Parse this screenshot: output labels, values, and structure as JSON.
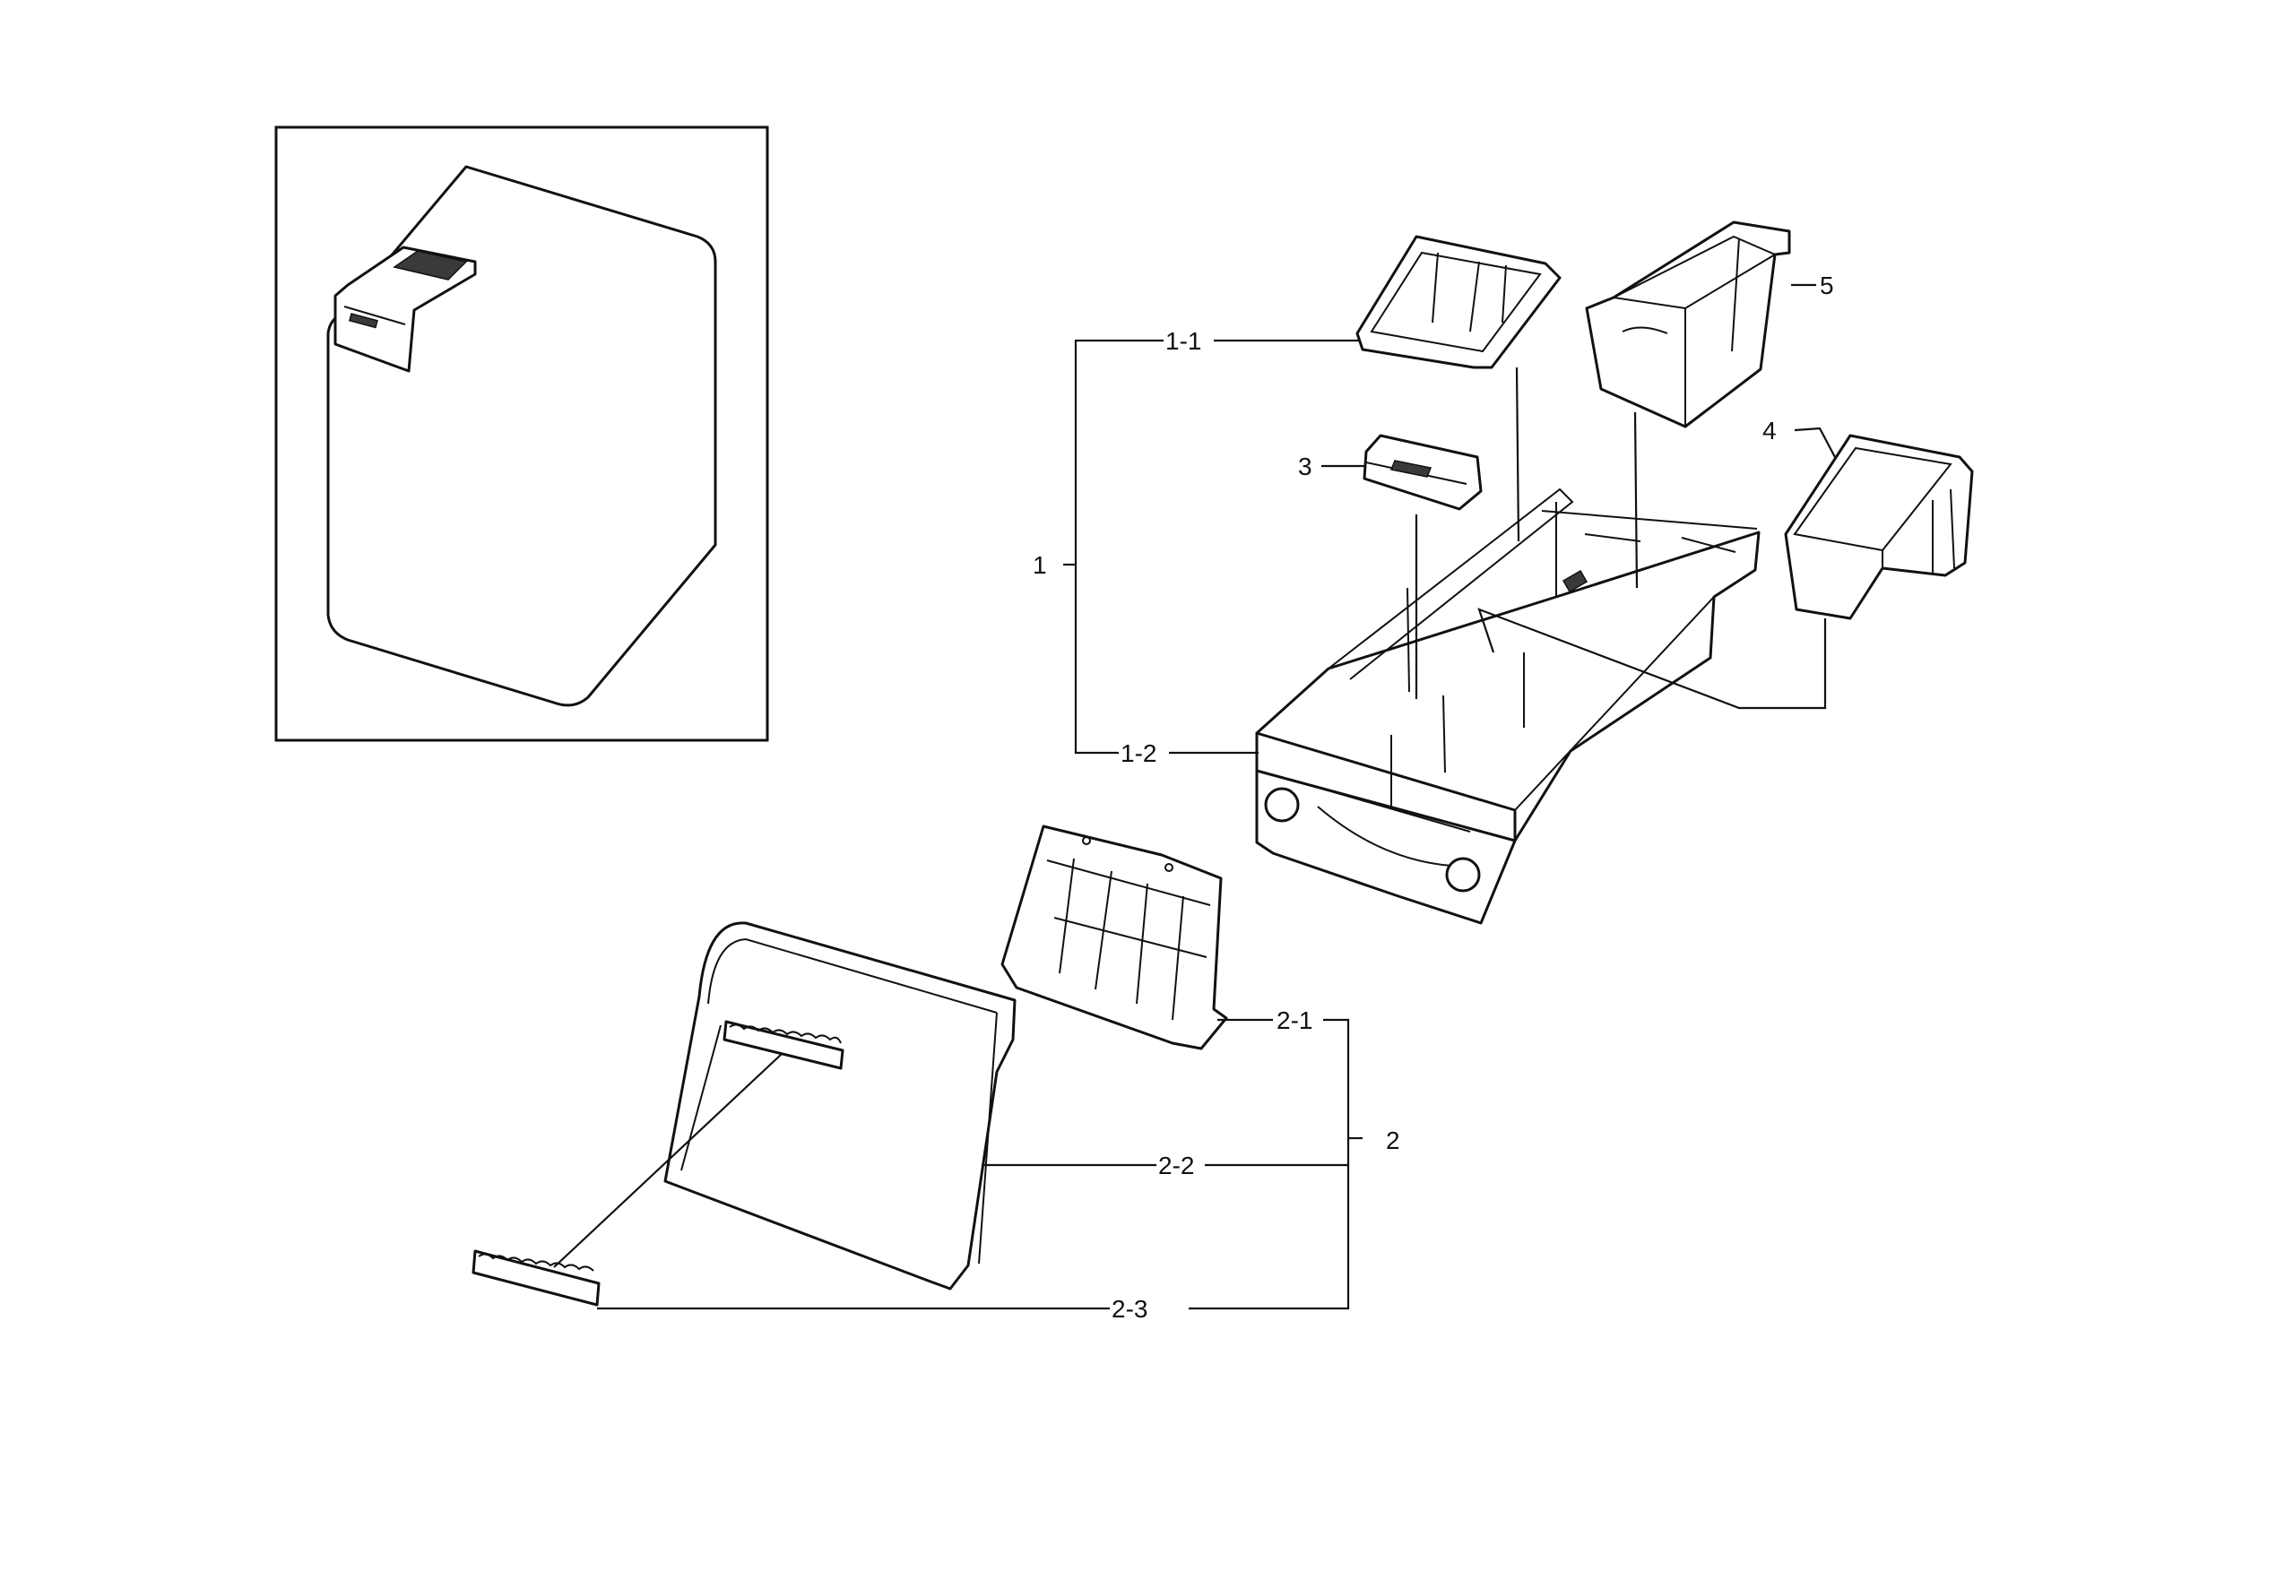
{
  "callouts": {
    "c1": "1",
    "c1_1": "1-1",
    "c1_2": "1-2",
    "c2": "2",
    "c2_1": "2-1",
    "c2_2": "2-2",
    "c2_3": "2-3",
    "c3": "3",
    "c4": "4",
    "c5": "5"
  }
}
